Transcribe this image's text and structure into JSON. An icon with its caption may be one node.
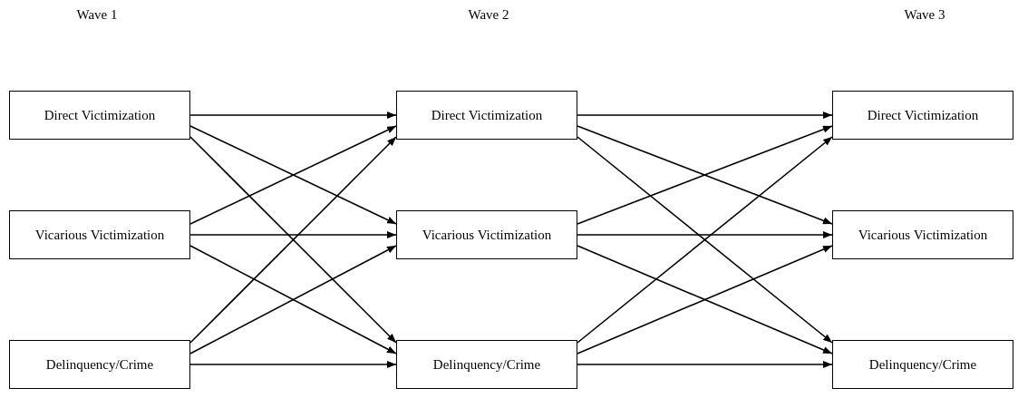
{
  "diagram": {
    "nodes": [
      {
        "text": [
          "Direct Victimization"
        ]
      },
      {
        "text": [
          "Vicarious Victimization"
        ]
      },
      {
        "text": [
          "Delinquency/Crime"
        ]
      },
      {
        "text": [
          "Direct Victimization"
        ]
      },
      {
        "text": [
          "Vicarious Victimization"
        ]
      },
      {
        "text": [
          "Delinquency/Crime"
        ]
      },
      {
        "text": [
          "Direct Victimization"
        ]
      },
      {
        "text": [
          "Vicarious Victimization"
        ]
      },
      {
        "text": [
          "Delinquency/Crime"
        ]
      }
    ],
    "edges": [
      {
        "from": 0,
        "to": 3,
        "arrow": "to"
      },
      {
        "from": 0,
        "to": 4,
        "arrow": "to"
      },
      {
        "from": 0,
        "to": 5,
        "arrow": "to"
      },
      {
        "from": 1,
        "to": 3,
        "arrow": "to"
      },
      {
        "from": 1,
        "to": 4,
        "arrow": "to"
      },
      {
        "from": 1,
        "to": 5,
        "arrow": "to"
      },
      {
        "from": 2,
        "to": 3,
        "arrow": "to"
      },
      {
        "from": 2,
        "to": 4,
        "arrow": "to"
      },
      {
        "from": 2,
        "to": 5,
        "arrow": "to"
      },
      {
        "from": 3,
        "to": 6,
        "arrow": "to"
      },
      {
        "from": 3,
        "to": 7,
        "arrow": "to"
      },
      {
        "from": 3,
        "to": 8,
        "arrow": "to"
      },
      {
        "from": 4,
        "to": 6,
        "arrow": "to"
      },
      {
        "from": 4,
        "to": 7,
        "arrow": "to"
      },
      {
        "from": 4,
        "to": 8,
        "arrow": "to"
      },
      {
        "from": 5,
        "to": 6,
        "arrow": "to"
      },
      {
        "from": 5,
        "to": 7,
        "arrow": "to"
      },
      {
        "from": 5,
        "to": 8,
        "arrow": "to"
      }
    ],
    "labels": [
      "Wave 1",
      "Wave 2",
      "Wave 3"
    ]
  }
}
